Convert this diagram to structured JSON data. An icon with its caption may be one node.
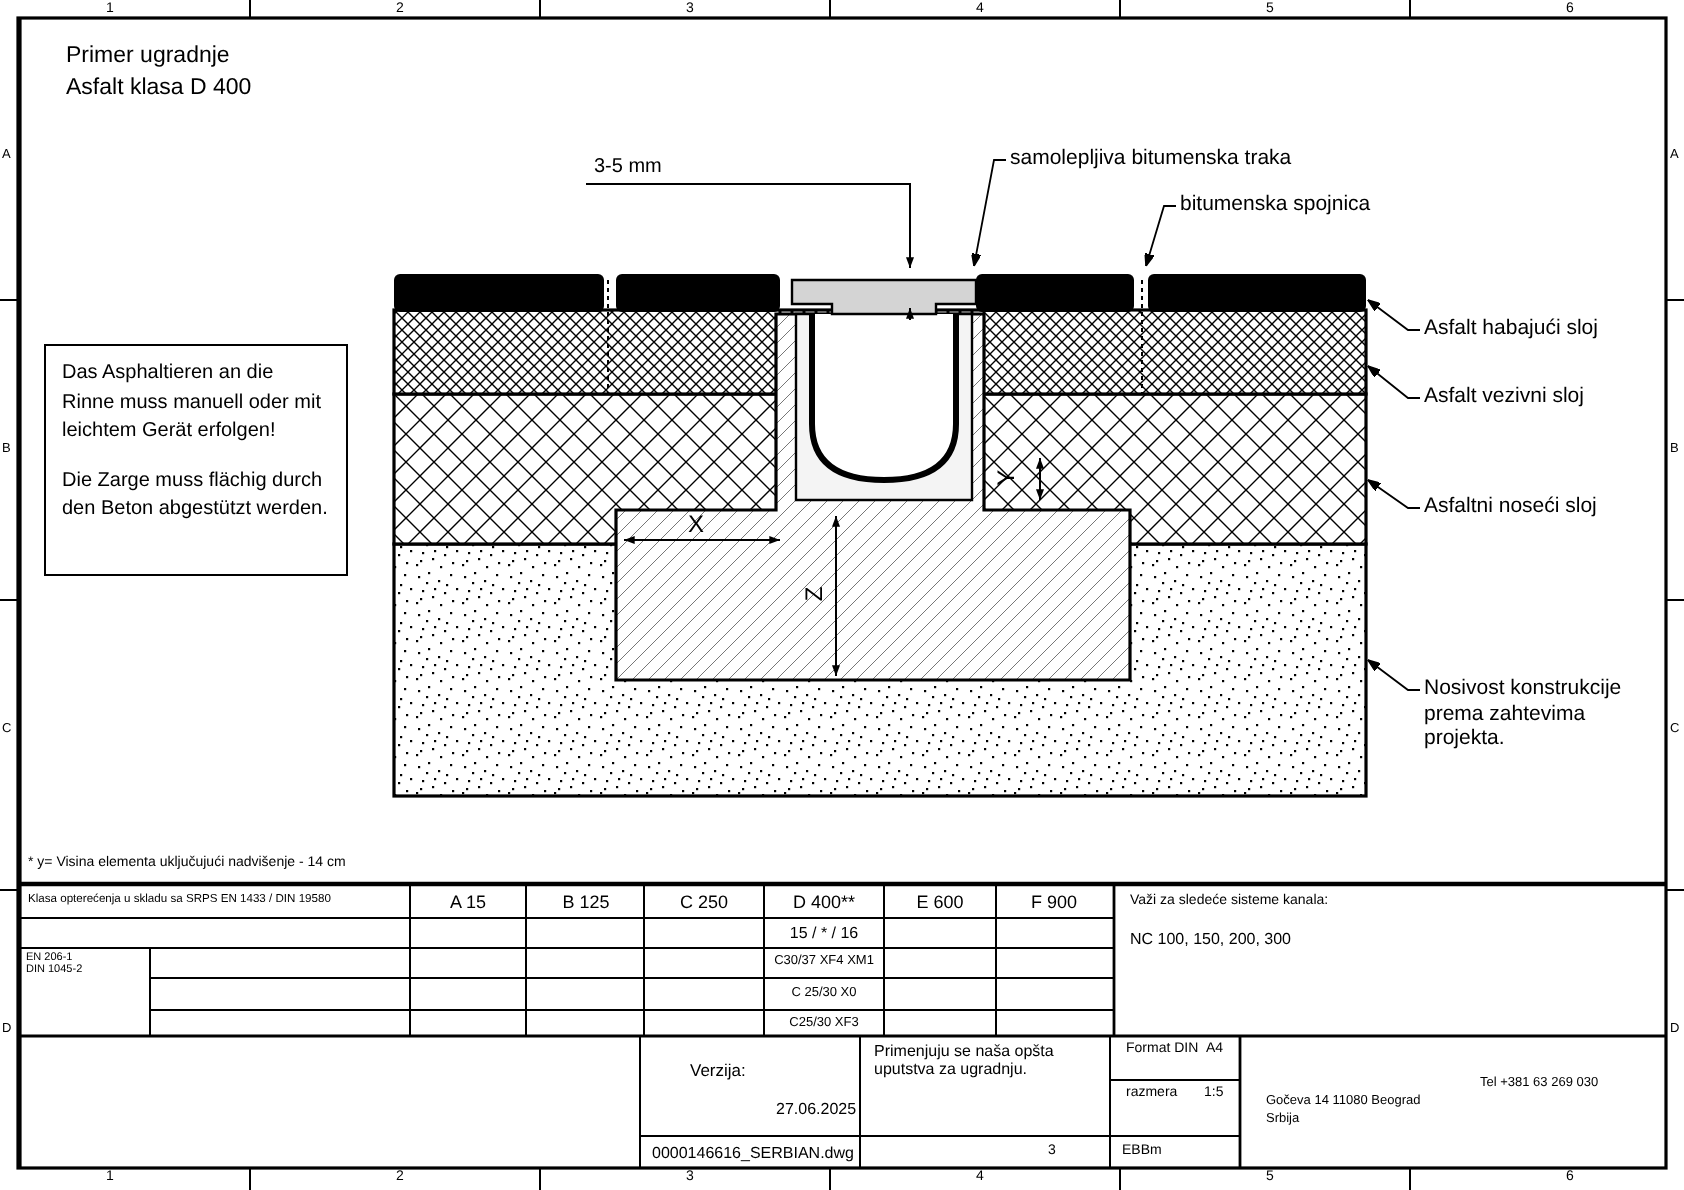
{
  "diagram": {
    "title": "Primer ugradnje",
    "nodes": [
      {
        "text": [
          "Das Asphaltieren an die Rinne muss manuell oder mit leichtem Gerät erfolgen!",
          "Die Zarge muss flächig durch den Beton abgestützt werden."
        ]
      },
      {
        "text": [
          "samolepljiva bitumenska traka"
        ]
      },
      {
        "text": [
          "bitumenska spojnica"
        ]
      },
      {
        "text": [
          "Asfalt habajući sloj"
        ]
      },
      {
        "text": [
          "Asfalt vezivni sloj"
        ]
      },
      {
        "text": [
          "Asfaltni noseći sloj"
        ]
      },
      {
        "text": [
          "Nosivost konstrukcije prema zahtevima projekta."
        ]
      }
    ],
    "edges": [
      {
        "from": 1,
        "to": null,
        "arrow": "to"
      },
      {
        "from": 2,
        "to": null,
        "arrow": "to"
      },
      {
        "from": 3,
        "to": null,
        "arrow": "to"
      },
      {
        "from": 4,
        "to": null,
        "arrow": "to"
      },
      {
        "from": 5,
        "to": null,
        "arrow": "to"
      },
      {
        "from": 6,
        "to": null,
        "arrow": "to"
      }
    ],
    "labels": [
      "Asfalt klasa D 400",
      "3-5 mm",
      "X",
      "Y",
      "Z",
      "* y= Visina elementa uključujući nadvišenje - 14 cm",
      "Klasa opterećenja u skladu sa SRPS EN 1433 / DIN 19580",
      "A 15",
      "B 125",
      "C 250",
      "D 400**",
      "E 600",
      "F 900",
      "Važi za sledeće sisteme kanala:",
      "15 / * / 16",
      "NC 100, 150, 200, 300",
      "EN 206-1",
      "DIN 1045-2",
      "C30/37 XF4 XM1",
      "C 25/30 X0",
      "C25/30 XF3",
      "Verzija:",
      "27.06.2025",
      "Primenjuju se naša opšta uputstva za ugradnju.",
      "Format DIN",
      "A4",
      "razmera",
      "1:5",
      "Gočeva 14 11080 Beograd",
      "Srbija",
      "Tel +381 63 269 030",
      "0000146616_SERBIAN.dwg",
      "3",
      "EBBm",
      "1",
      "2",
      "3",
      "4",
      "5",
      "6",
      "1",
      "2",
      "3",
      "4",
      "5",
      "6",
      "A",
      "B",
      "C",
      "D",
      "A",
      "B",
      "C",
      "D"
    ]
  }
}
